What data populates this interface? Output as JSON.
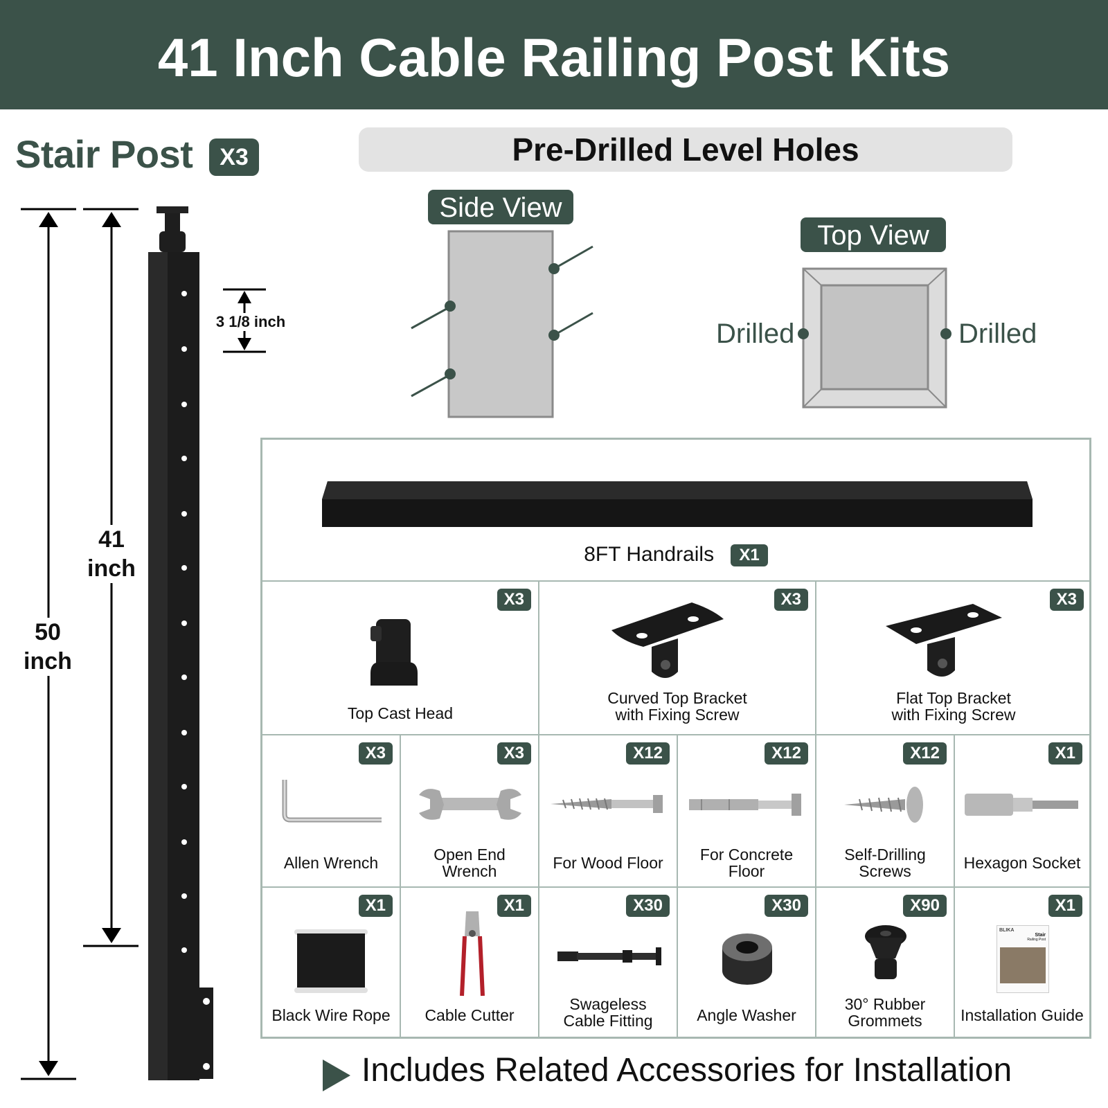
{
  "header": {
    "title": "41 Inch Cable Railing Post Kits"
  },
  "stair_post": {
    "title": "Stair Post",
    "qty": "X3"
  },
  "dimensions": {
    "total_value": "50",
    "total_unit": "inch",
    "height_value": "41",
    "height_unit": "inch",
    "hole_spacing": "3 1/8 inch"
  },
  "holes": {
    "banner": "Pre-Drilled Level Holes",
    "side_view": "Side View",
    "top_view": "Top View",
    "drilled_left": "Drilled",
    "drilled_right": "Drilled"
  },
  "handrail": {
    "label": "8FT Handrails",
    "qty": "X1"
  },
  "row1": [
    {
      "name": "Top Cast Head",
      "qty": "X3"
    },
    {
      "name": "Curved Top Bracket\nwith Fixing Screw",
      "qty": "X3"
    },
    {
      "name": "Flat Top Bracket\nwith Fixing Screw",
      "qty": "X3"
    }
  ],
  "row2": [
    {
      "name": "Allen Wrench",
      "qty": "X3"
    },
    {
      "name": "Open End\nWrench",
      "qty": "X3"
    },
    {
      "name": "For Wood Floor",
      "qty": "X12"
    },
    {
      "name": "For Concrete\nFloor",
      "qty": "X12"
    },
    {
      "name": "Self-Drilling\nScrews",
      "qty": "X12"
    },
    {
      "name": "Hexagon Socket",
      "qty": "X1"
    }
  ],
  "row3": [
    {
      "name": "Black Wire Rope",
      "qty": "X1"
    },
    {
      "name": "Cable Cutter",
      "qty": "X1"
    },
    {
      "name": "Swageless\nCable Fitting",
      "qty": "X30"
    },
    {
      "name": "Angle Washer",
      "qty": "X30"
    },
    {
      "name": "30° Rubber\nGrommets",
      "qty": "X90"
    },
    {
      "name": "Installation Guide",
      "qty": "X1"
    }
  ],
  "guide_cover": {
    "brand": "BLIKA",
    "line1": "Stair",
    "line2": "Railing Post"
  },
  "footer": {
    "text": "Includes Related Accessories for Installation"
  },
  "colors": {
    "brand": "#3b5249",
    "border": "#a7b8b1",
    "post": "#1c1c1c"
  }
}
